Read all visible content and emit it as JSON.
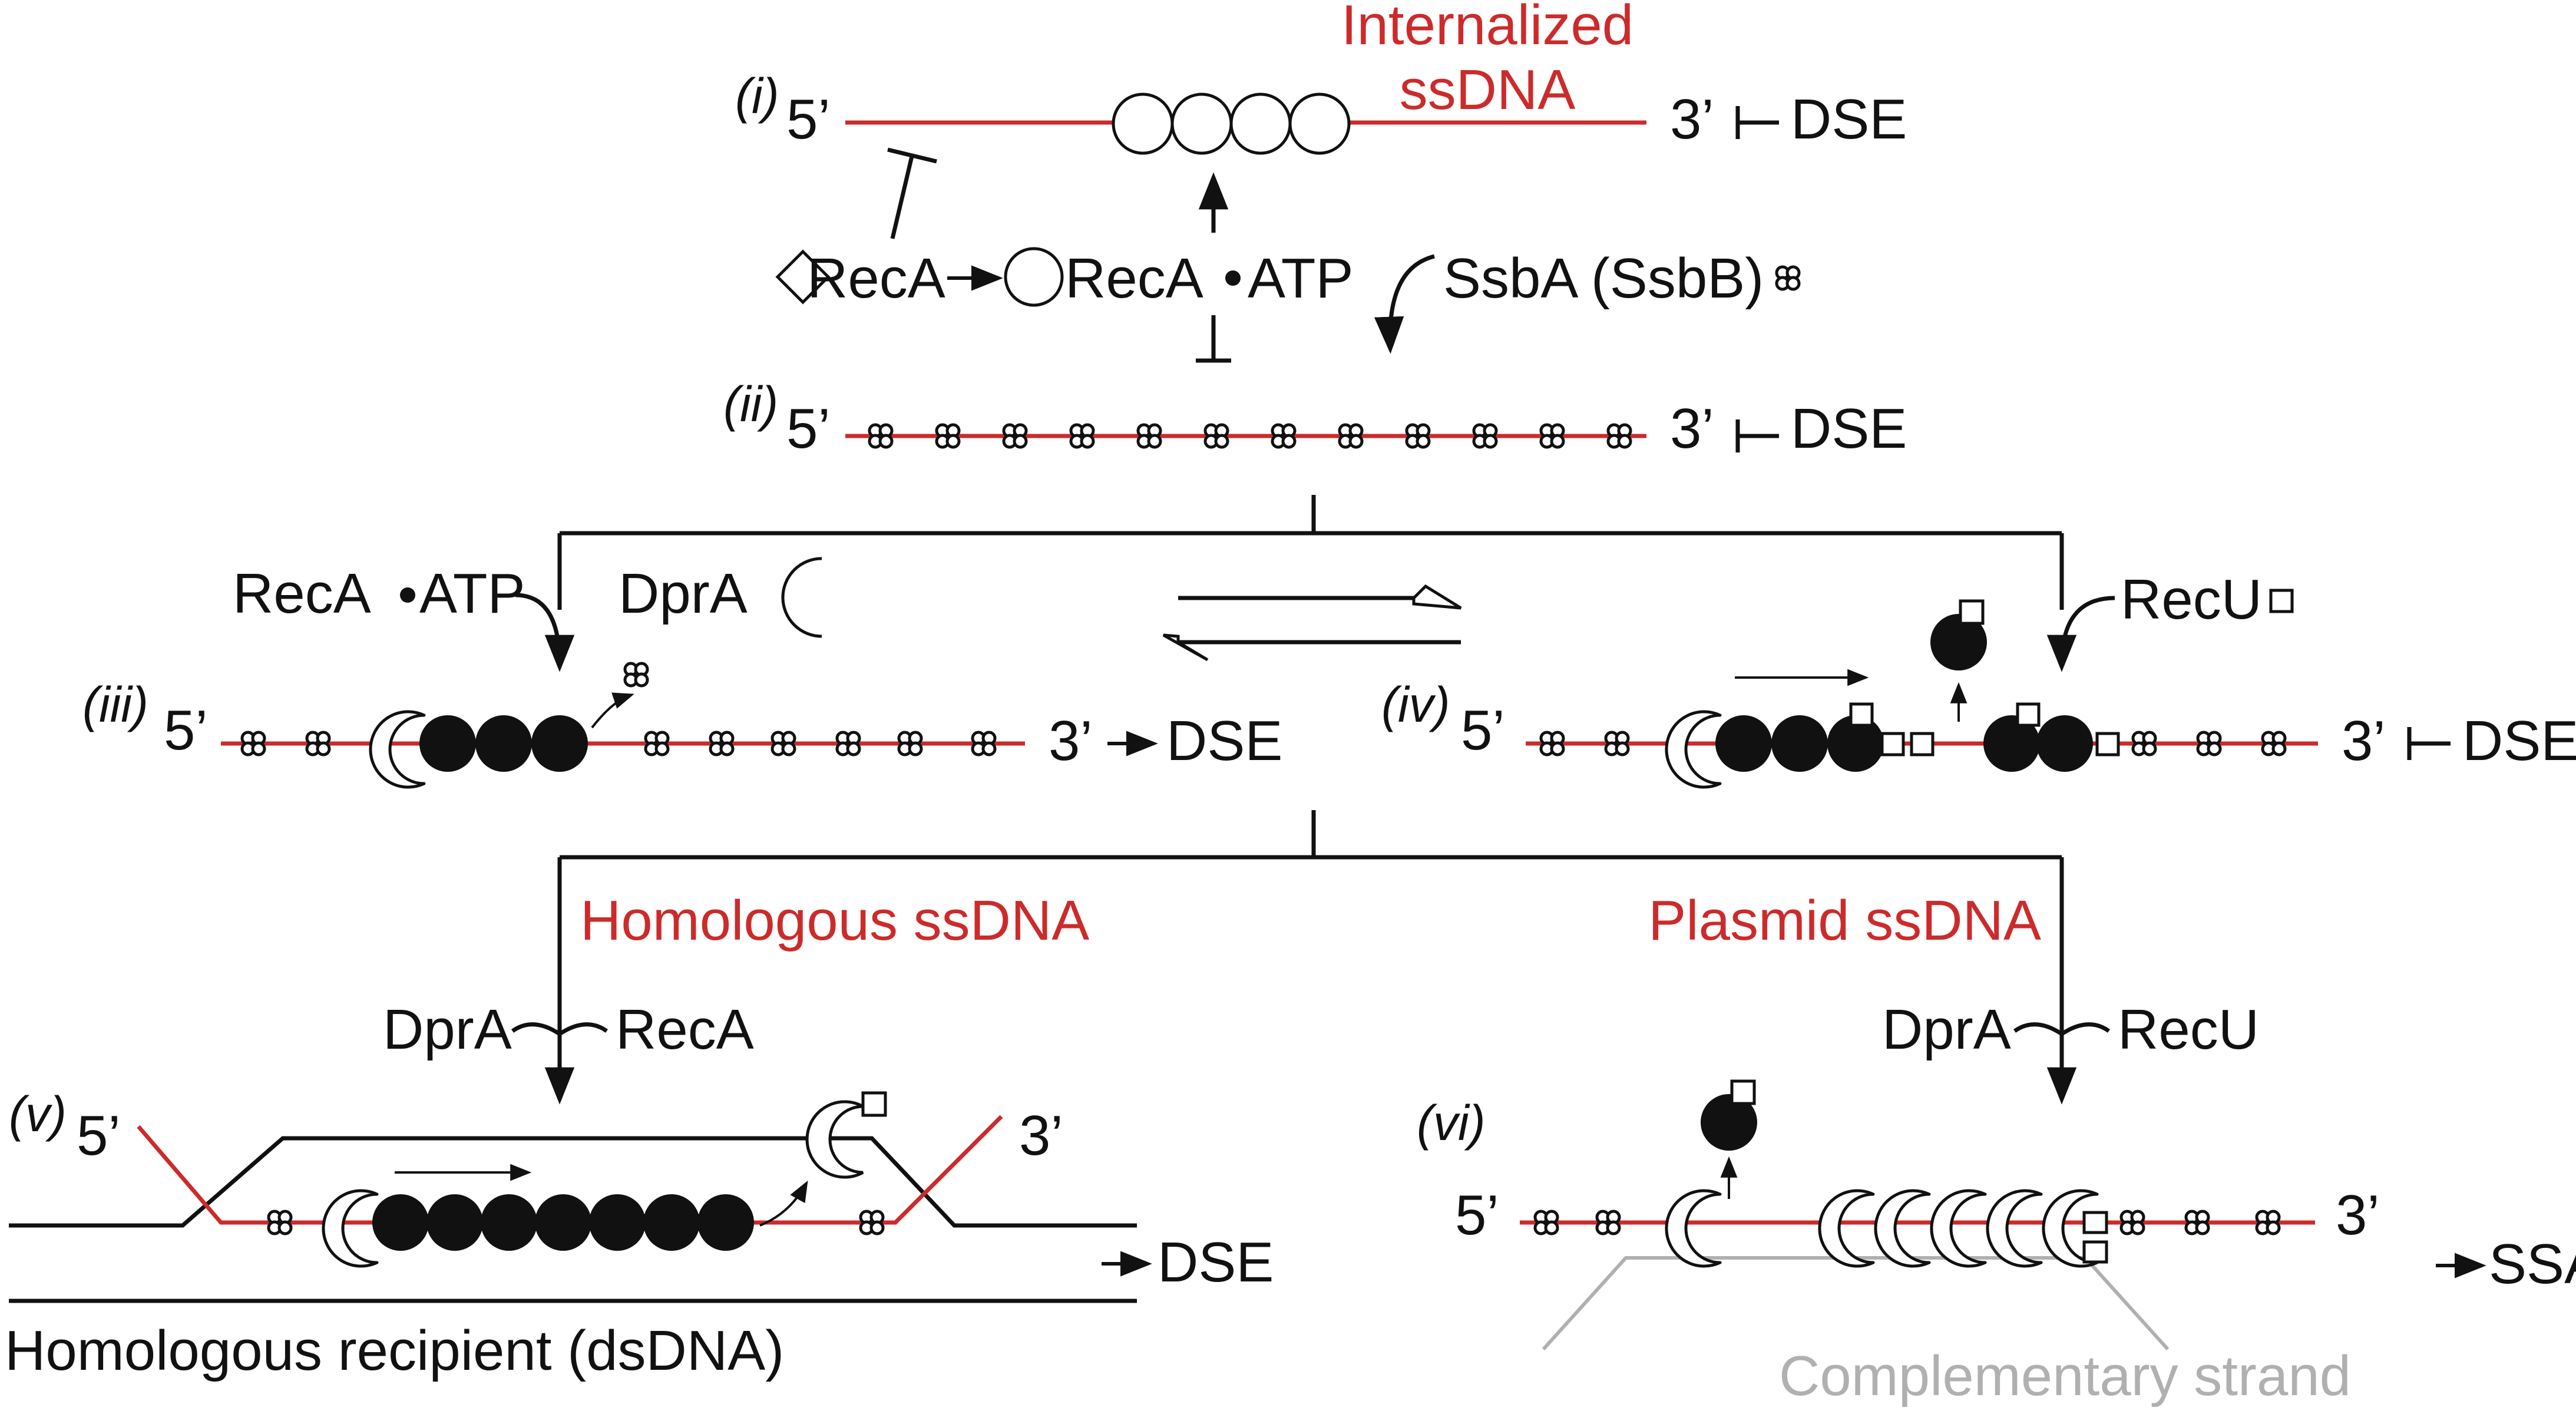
{
  "colors": {
    "ssdna": "#cc2b2b",
    "dsdna": "#111111",
    "complementary": "#b0b0b0",
    "text": "#111111",
    "highlight_text": "#cc2b2b"
  },
  "icons": {
    "inactive_reca": "diamond-icon",
    "reca_atp": "open-circle-icon",
    "ssb": "four-lobe-icon",
    "dpra": "crescent-icon",
    "recu": "small-square-icon",
    "reca_filament": "filled-circle-icon"
  },
  "steps": {
    "i": {
      "label": "(i)",
      "five": "5’",
      "three": "3’",
      "outcome": "DSE",
      "title_line1": "Internalized",
      "title_line2": "ssDNA"
    },
    "ii": {
      "label": "(ii)",
      "five": "5’",
      "three": "3’",
      "outcome": "DSE"
    },
    "iii": {
      "label": "(iii)",
      "five": "5’",
      "three": "3’",
      "outcome": "DSE"
    },
    "iv": {
      "label": "(iv)",
      "five": "5’",
      "three": "3’",
      "outcome": "DSE"
    },
    "v": {
      "label": "(v)",
      "five": "5’",
      "three": "3’",
      "outcome": "DSE",
      "recipient": "Homologous recipient (dsDNA)"
    },
    "vi": {
      "label": "(vi)",
      "five": "5’",
      "three": "3’",
      "outcome": "SSA",
      "complementary": "Complementary strand"
    }
  },
  "reactions": {
    "reca": "RecA",
    "reca_atp": "RecA",
    "atp": "ATP",
    "ssba": "SsbA (SsbB)",
    "iii_reca": "RecA",
    "iii_atp": "ATP",
    "iii_dpra": "DprA",
    "iv_recu": "RecU",
    "branch_left_title": "Homologous ssDNA",
    "branch_right_title": "Plasmid ssDNA",
    "v_dpra": "DprA",
    "v_reca": "RecA",
    "vi_dpra": "DprA",
    "vi_recu": "RecU"
  }
}
